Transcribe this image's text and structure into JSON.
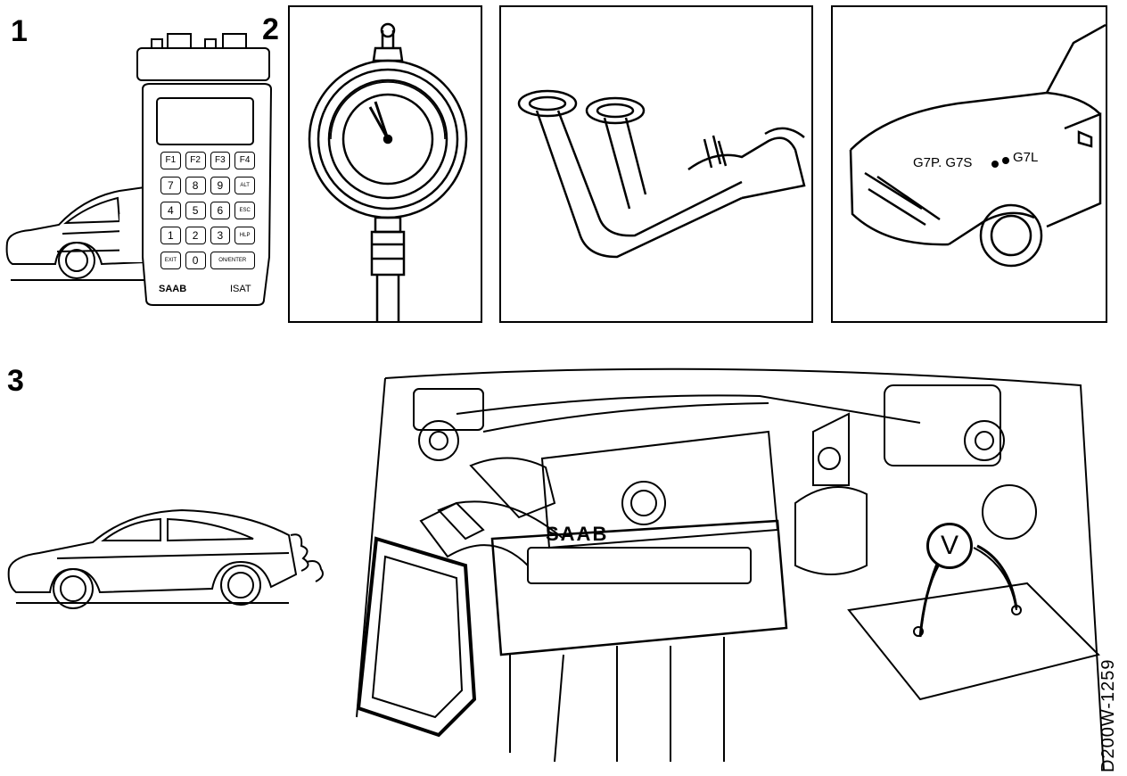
{
  "steps": {
    "s1": "1",
    "s2": "2",
    "s3": "3"
  },
  "isat": {
    "keys": [
      "F1",
      "F2",
      "F3",
      "F4",
      "7",
      "8",
      "9",
      "ALT",
      "4",
      "5",
      "6",
      "ESC",
      "1",
      "2",
      "3",
      "HLP",
      "EXIT",
      "0",
      "ON/ENTER"
    ],
    "brand": "SAAB",
    "model": "ISAT"
  },
  "fuse_panel": {
    "label_left": "G7P. G7S",
    "label_right": "G7L"
  },
  "engine": {
    "brand": "SAAB",
    "voltmeter": "V"
  },
  "figure_code": "D200W-1259"
}
